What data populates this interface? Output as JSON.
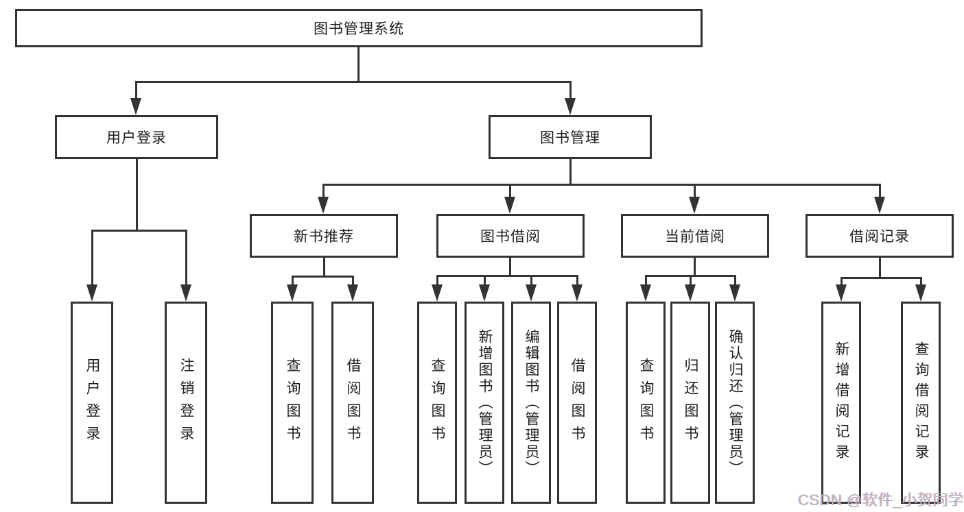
{
  "tree": {
    "label": "图书管理系统",
    "children": [
      {
        "label": "用户登录",
        "children": [
          {
            "label": "用户登录"
          },
          {
            "label": "注销登录"
          }
        ]
      },
      {
        "label": "图书管理",
        "children": [
          {
            "label": "新书推荐",
            "children": [
              {
                "label": "查询图书"
              },
              {
                "label": "借阅图书"
              }
            ]
          },
          {
            "label": "图书借阅",
            "children": [
              {
                "label": "查询图书"
              },
              {
                "label": "新增图书（管理员）"
              },
              {
                "label": "编辑图书（管理员）"
              },
              {
                "label": "借阅图书"
              }
            ]
          },
          {
            "label": "当前借阅",
            "children": [
              {
                "label": "查询图书"
              },
              {
                "label": "归还图书"
              },
              {
                "label": "确认归还（管理员）"
              }
            ]
          },
          {
            "label": "借阅记录",
            "children": [
              {
                "label": "新增借阅记录"
              },
              {
                "label": "查询借阅记录"
              }
            ]
          }
        ]
      }
    ]
  },
  "watermark": {
    "text": "CSDN @软件_小贺同学"
  },
  "colors": {
    "line": "#333333",
    "box_border": "#333333",
    "text": "#1d1d1f",
    "background": "#ffffff",
    "watermark": "#b3b6ba"
  }
}
